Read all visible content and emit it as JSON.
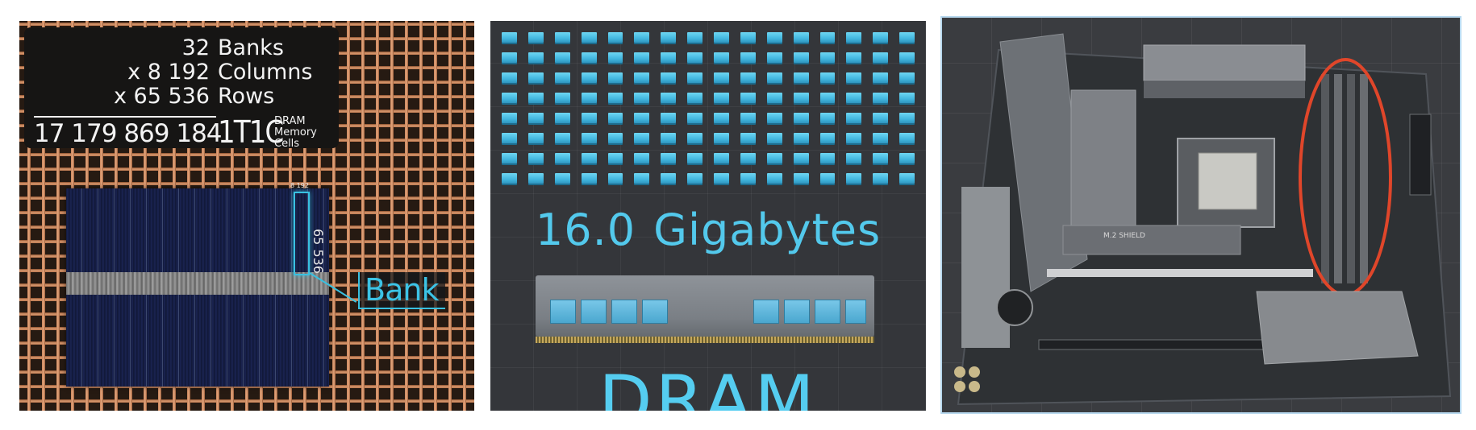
{
  "panels": {
    "cells": {
      "counts": [
        {
          "number": "32",
          "label": "Banks"
        },
        {
          "number": "x 8 192",
          "label": "Columns"
        },
        {
          "number": "x 65 536",
          "label": "Rows"
        }
      ],
      "total": "17 179 869 184",
      "cell_type": "1T1C",
      "cell_desc": [
        "DRAM",
        "Memory",
        "Cells"
      ],
      "bank_width": "8 192",
      "bank_height": "65 536",
      "bank_label": "Bank"
    },
    "capacity": {
      "number": "16.0",
      "unit": "Gigabytes",
      "product": "DRAM"
    },
    "motherboard": {
      "heatsink_label": "M.2 SHIELD",
      "highlight_color": "#e0462a"
    }
  },
  "colors": {
    "accent": "#53c9ec"
  }
}
